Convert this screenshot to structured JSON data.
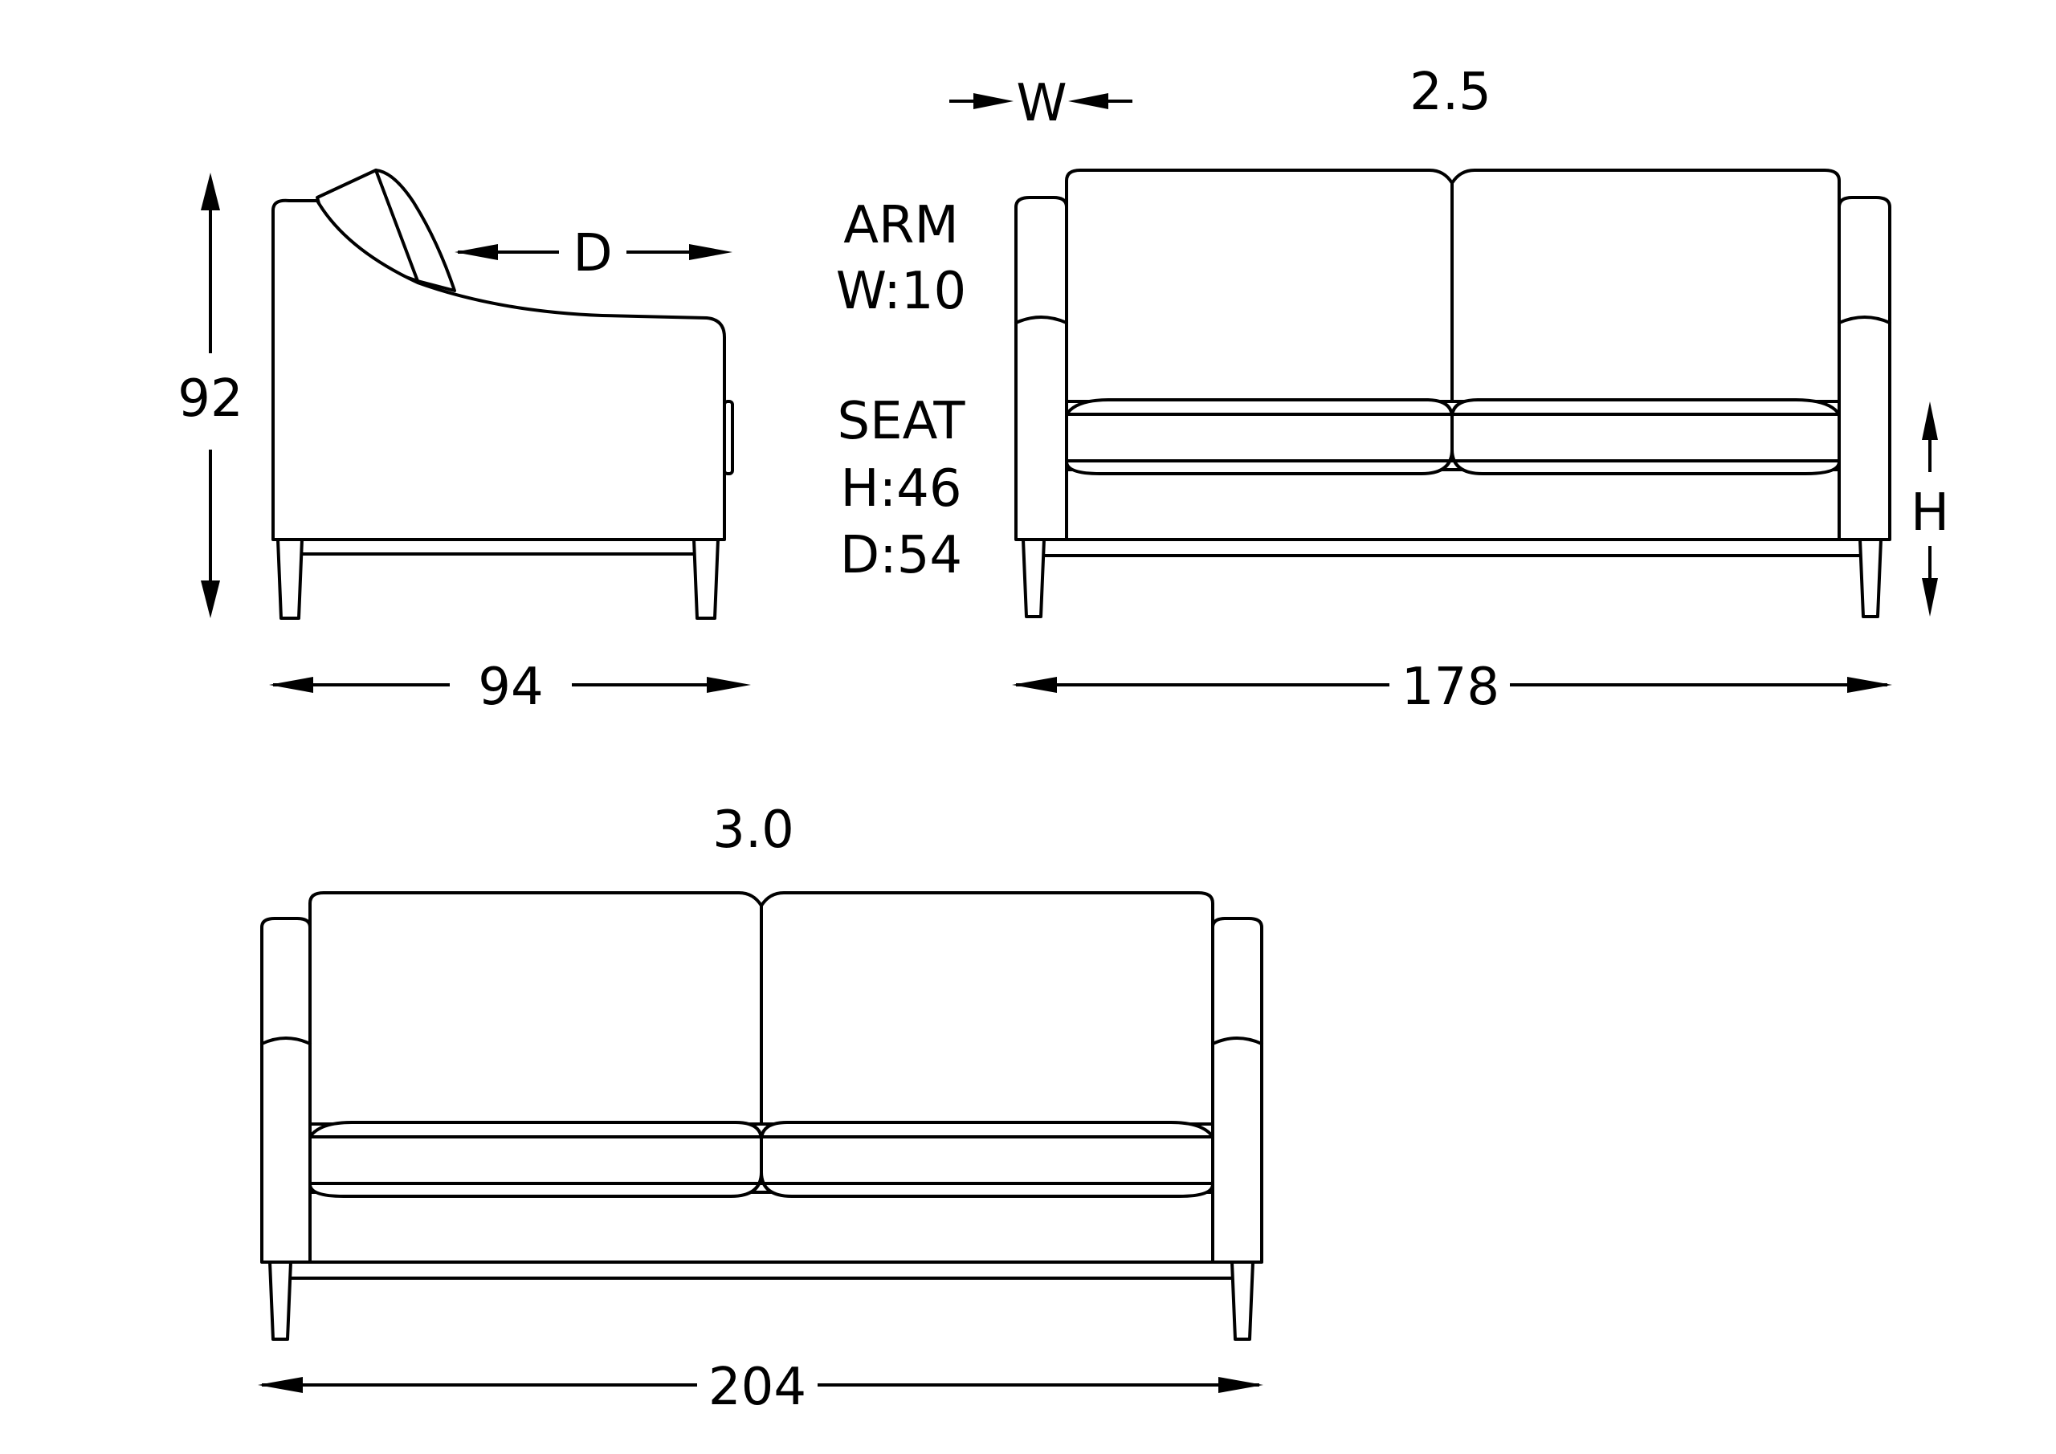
{
  "side_view": {
    "height_label": "92",
    "depth_total_label": "94",
    "depth_marker_label": "D"
  },
  "sofa_2_5": {
    "title": "2.5",
    "width_label": "178",
    "arm_width_marker_label": "W",
    "seat_height_marker_label": "H"
  },
  "sofa_3_0": {
    "title": "3.0",
    "width_label": "204"
  },
  "specs": {
    "arm_heading": "ARM",
    "arm_width": "W:10",
    "seat_heading": "SEAT",
    "seat_height": "H:46",
    "seat_depth": "D:54"
  }
}
